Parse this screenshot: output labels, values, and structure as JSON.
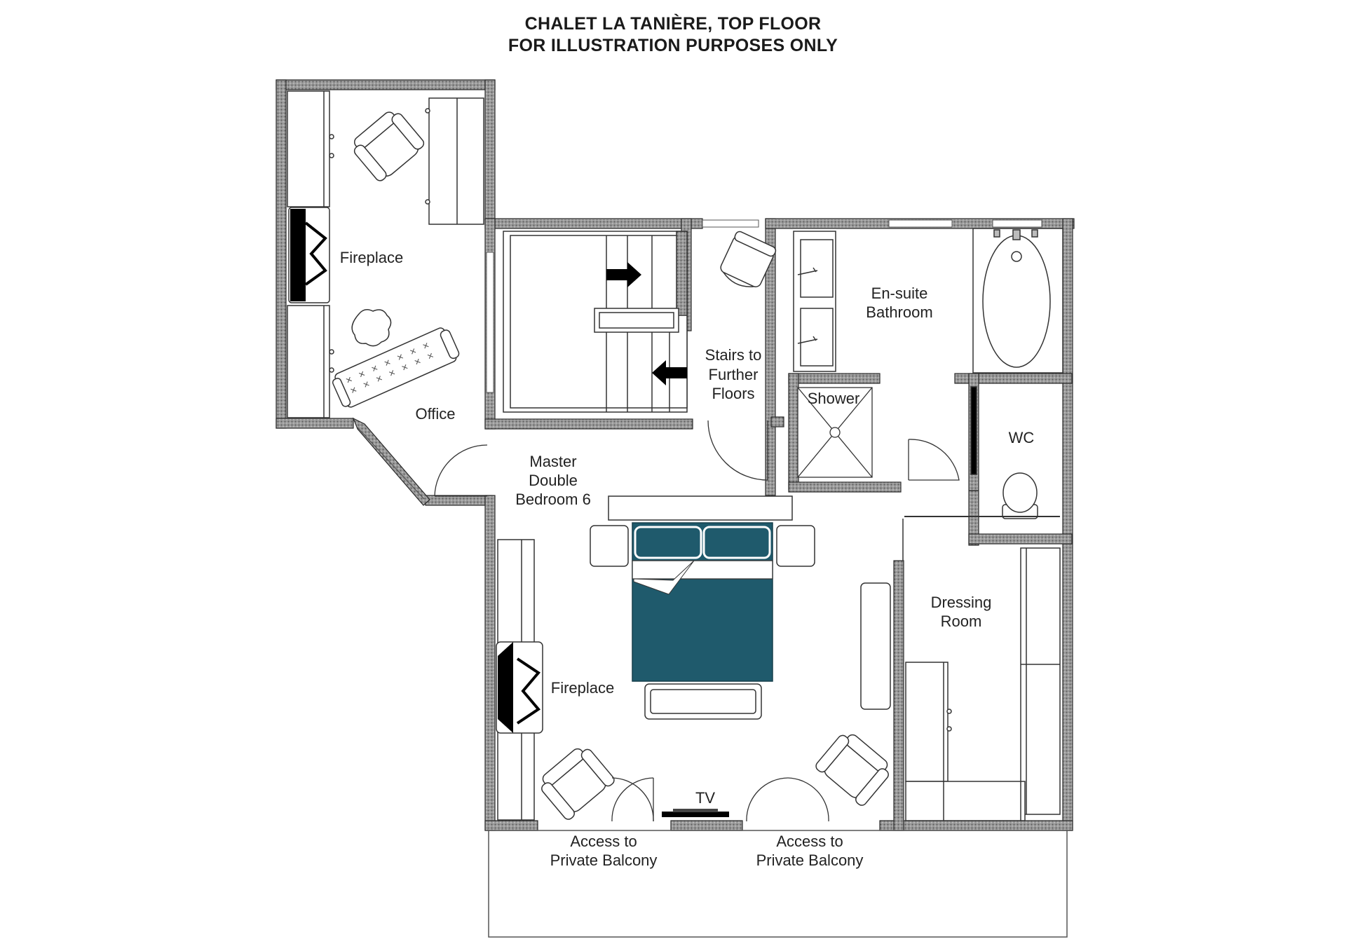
{
  "header": {
    "title_line1": "CHALET LA TANIÈRE, TOP FLOOR",
    "title_line2": "FOR ILLUSTRATION PURPOSES ONLY"
  },
  "labels": {
    "office_fireplace": "Fireplace",
    "office": "Office",
    "stairs": [
      "Stairs to",
      "Further",
      "Floors"
    ],
    "ensuite": [
      "En-suite",
      "Bathroom"
    ],
    "shower": "Shower",
    "wc": "WC",
    "master": [
      "Master",
      "Double",
      "Bedroom 6"
    ],
    "dressing": [
      "Dressing",
      "Room"
    ],
    "bedroom_fireplace": "Fireplace",
    "tv": "TV",
    "balcony_left": [
      "Access to",
      "Private Balcony"
    ],
    "balcony_right": [
      "Access to",
      "Private Balcony"
    ]
  },
  "colors": {
    "wall_fill": "#8f8f8f",
    "wall_edge": "#2a2a2a",
    "bed": "#1f5a6c",
    "line": "#333333"
  }
}
